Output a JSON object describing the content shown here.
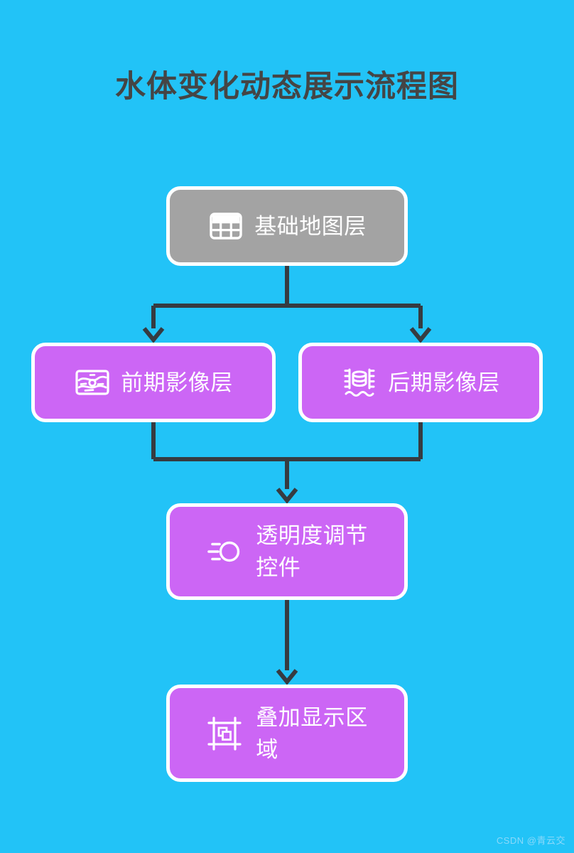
{
  "page": {
    "background_color": "#22c3f7",
    "title": "水体变化动态展示流程图",
    "title_color": "#454545"
  },
  "watermark": {
    "text": "CSDN @青云交"
  },
  "colors": {
    "base_node_fill": "#a3a3a3",
    "layer_node_fill": "#cc66f5",
    "node_border": "#ffffff",
    "node_text": "#ffffff",
    "connector": "#363b41"
  },
  "flowchart": {
    "type": "flowchart",
    "direction": "top-to-bottom",
    "nodes": [
      {
        "id": "base-map-layer",
        "label": "基础地图层",
        "icon": "table-grid-icon",
        "style": "gray"
      },
      {
        "id": "early-imagery-layer",
        "label": "前期影像层",
        "icon": "satellite-image-icon",
        "style": "purple"
      },
      {
        "id": "late-imagery-layer",
        "label": "后期影像层",
        "icon": "water-level-icon",
        "style": "purple"
      },
      {
        "id": "opacity-control",
        "label": "透明度调节\n控件",
        "icon": "brightness-circle-icon",
        "style": "purple"
      },
      {
        "id": "overlay-display-area",
        "label": "叠加显示区\n域",
        "icon": "overlay-frame-icon",
        "style": "purple"
      }
    ],
    "edges": [
      {
        "from": "base-map-layer",
        "to": "early-imagery-layer",
        "arrow": true
      },
      {
        "from": "base-map-layer",
        "to": "late-imagery-layer",
        "arrow": true
      },
      {
        "from": "early-imagery-layer",
        "to": "opacity-control",
        "arrow": true
      },
      {
        "from": "late-imagery-layer",
        "to": "opacity-control",
        "arrow": true
      },
      {
        "from": "opacity-control",
        "to": "overlay-display-area",
        "arrow": true
      }
    ]
  }
}
